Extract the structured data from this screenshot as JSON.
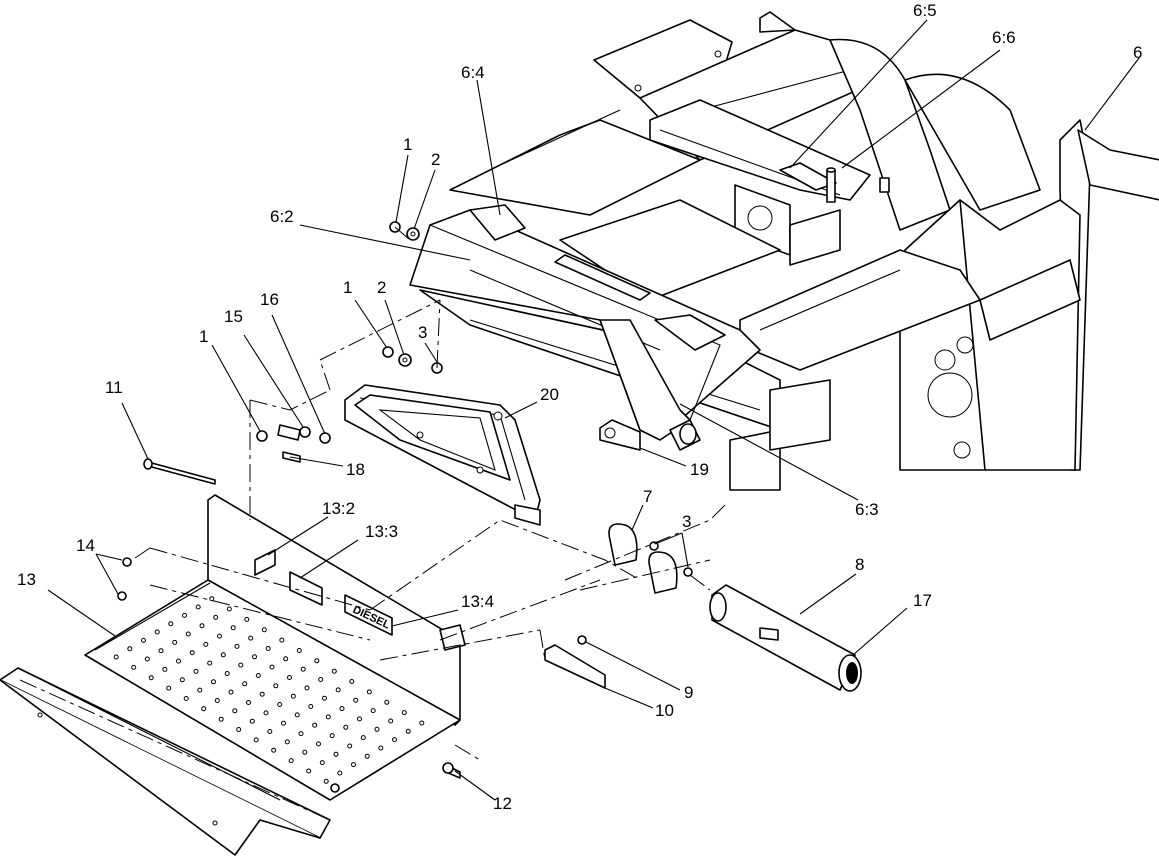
{
  "diagram": {
    "callouts": [
      {
        "id": "c-6-5",
        "text": "6:5"
      },
      {
        "id": "c-6-6",
        "text": "6:6"
      },
      {
        "id": "c-6",
        "text": "6"
      },
      {
        "id": "c-6-4",
        "text": "6:4"
      },
      {
        "id": "c-1a",
        "text": "1"
      },
      {
        "id": "c-2a",
        "text": "2"
      },
      {
        "id": "c-6-2",
        "text": "6:2"
      },
      {
        "id": "c-1b",
        "text": "1"
      },
      {
        "id": "c-2b",
        "text": "2"
      },
      {
        "id": "c-3a",
        "text": "3"
      },
      {
        "id": "c-16",
        "text": "16"
      },
      {
        "id": "c-15",
        "text": "15"
      },
      {
        "id": "c-1c",
        "text": "1"
      },
      {
        "id": "c-11",
        "text": "11"
      },
      {
        "id": "c-20",
        "text": "20"
      },
      {
        "id": "c-18",
        "text": "18"
      },
      {
        "id": "c-19",
        "text": "19"
      },
      {
        "id": "c-6-3",
        "text": "6:3"
      },
      {
        "id": "c-7",
        "text": "7"
      },
      {
        "id": "c-3b",
        "text": "3"
      },
      {
        "id": "c-13-2",
        "text": "13:2"
      },
      {
        "id": "c-13-3",
        "text": "13:3"
      },
      {
        "id": "c-14",
        "text": "14"
      },
      {
        "id": "c-13",
        "text": "13"
      },
      {
        "id": "c-8",
        "text": "8"
      },
      {
        "id": "c-17",
        "text": "17"
      },
      {
        "id": "c-13-4",
        "text": "13:4"
      },
      {
        "id": "c-9",
        "text": "9"
      },
      {
        "id": "c-10",
        "text": "10"
      },
      {
        "id": "c-12",
        "text": "12"
      }
    ],
    "decal_text": "DIESEL",
    "line_color": "#000000",
    "background": "#ffffff"
  }
}
